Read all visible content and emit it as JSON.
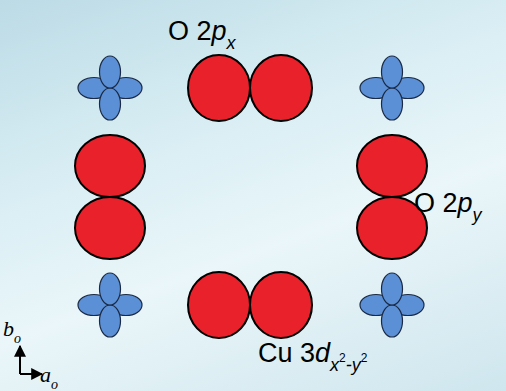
{
  "diagram": {
    "labels": [
      "O 2",
      "p",
      "x",
      "O 2",
      "p",
      "y",
      "Cu 3",
      "d",
      "x",
      "2",
      "-y",
      "2",
      "b",
      "o",
      "a",
      "o"
    ]
  }
}
